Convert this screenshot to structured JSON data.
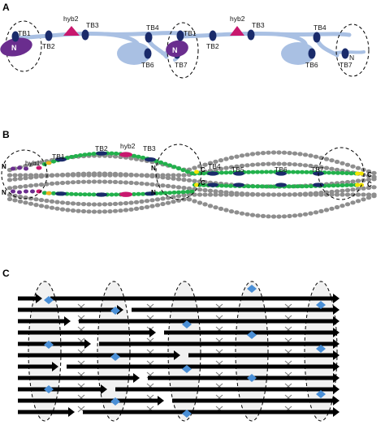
{
  "panels": {
    "a": {
      "label": "A",
      "units": [
        {
          "n_label": "N",
          "tb1": "TB1",
          "tb2": "TB2",
          "hyb2": "hyb2",
          "tb3": "TB3",
          "tb4": "TB4",
          "tb6": "TB6",
          "tb7": "TB7"
        },
        {
          "n_label": "N",
          "tb1": "TB1",
          "tb2": "TB2",
          "hyb2": "hyb2",
          "tb3": "TB3",
          "tb4": "TB4",
          "tb6": "TB6",
          "tb7": "TB7"
        }
      ],
      "end_n_label": "N"
    },
    "b": {
      "label": "B",
      "labels": {
        "hyb1": "hyb1",
        "tb1": "TB1",
        "tb2": "TB2",
        "hyb2": "hyb2",
        "tb3": "TB3",
        "tb4": "TB4",
        "tb5": "TB5",
        "tb6": "TB6",
        "tb7": "TB7",
        "n": "N",
        "c": "C"
      }
    },
    "c": {
      "label": "C"
    }
  },
  "colors": {
    "tb_domain": "#1a2b6b",
    "hyb2": "#c8186e",
    "n_terminal": "#6a2d8e",
    "linker": "#a9c0e3",
    "bead_green": "#22b14c",
    "bead_grey": "#8e8e8e",
    "c_terminal": "#f2e600",
    "hyb1": "#f2b21a",
    "diamond": "#4a8fd6",
    "cross": "#7a7a7a"
  }
}
